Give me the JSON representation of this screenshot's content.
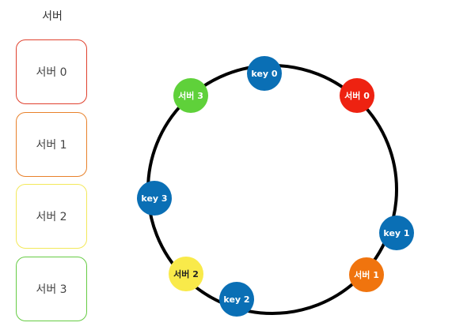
{
  "legend": {
    "title": "서버",
    "servers": [
      {
        "label": "서버 0",
        "color": "#e0412e"
      },
      {
        "label": "서버 1",
        "color": "#e8812b"
      },
      {
        "label": "서버 2",
        "color": "#f3e85a"
      },
      {
        "label": "서버 3",
        "color": "#66cc44"
      }
    ]
  },
  "ring": {
    "stroke_color": "#000000",
    "nodes": [
      {
        "id": "key-0",
        "label": "key 0",
        "kind": "key",
        "fill": "#0a6fb5",
        "text_color": "#ffffff"
      },
      {
        "id": "server-0",
        "label": "서버 0",
        "kind": "server",
        "fill": "#ee2211",
        "text_color": "#ffffff"
      },
      {
        "id": "key-1",
        "label": "key 1",
        "kind": "key",
        "fill": "#0a6fb5",
        "text_color": "#ffffff"
      },
      {
        "id": "server-1",
        "label": "서버 1",
        "kind": "server",
        "fill": "#f0740e",
        "text_color": "#ffffff"
      },
      {
        "id": "key-2",
        "label": "key 2",
        "kind": "key",
        "fill": "#0a6fb5",
        "text_color": "#ffffff"
      },
      {
        "id": "server-2",
        "label": "서버 2",
        "kind": "server",
        "fill": "#f9ea4a",
        "text_color": "#222222"
      },
      {
        "id": "key-3",
        "label": "key 3",
        "kind": "key",
        "fill": "#0a6fb5",
        "text_color": "#ffffff"
      },
      {
        "id": "server-3",
        "label": "서버 3",
        "kind": "server",
        "fill": "#5fd13a",
        "text_color": "#ffffff"
      }
    ]
  }
}
